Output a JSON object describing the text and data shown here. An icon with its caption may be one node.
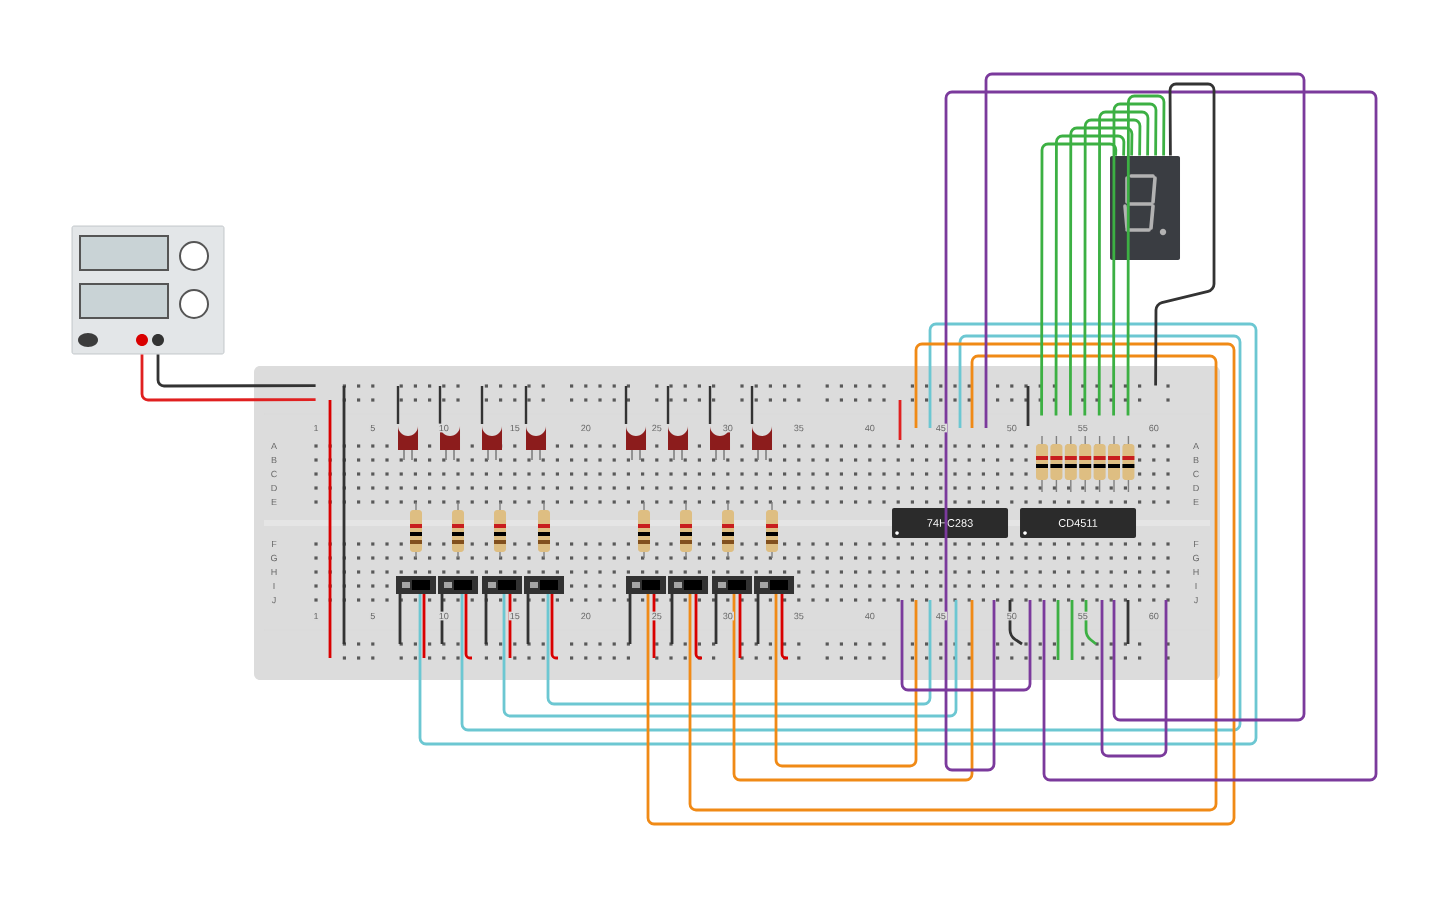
{
  "diagram": {
    "nodes": [
      {
        "text": [],
        "shape": "picture"
      },
      {
        "text": [],
        "shape": "box"
      },
      {
        "text": [
          "74HC283"
        ],
        "in": 1
      },
      {
        "text": [
          "CD4511"
        ],
        "in": 1
      },
      {
        "text": [],
        "shape": "picture"
      }
    ],
    "edges": [
      {
        "from": 0,
        "to": 1,
        "arrow": "none",
        "color": "#e02020"
      },
      {
        "from": 0,
        "to": 1,
        "arrow": "none",
        "color": "#333333"
      },
      {
        "from": 4,
        "to": 1,
        "arrow": "none"
      },
      {
        "from": 4,
        "to": 1,
        "arrow": "none"
      },
      {
        "from": 4,
        "to": 1,
        "arrow": "none"
      },
      {
        "from": 4,
        "to": 1,
        "arrow": "none"
      },
      {
        "from": 4,
        "to": 1,
        "arrow": "none"
      },
      {
        "from": 4,
        "to": 1,
        "arrow": "none"
      },
      {
        "from": 4,
        "to": 1,
        "arrow": "none"
      },
      {
        "from": 4,
        "to": 1,
        "arrow": "none",
        "color": "#333333"
      }
    ],
    "labels": [
      "1",
      "5",
      "10",
      "15",
      "20",
      "25",
      "30",
      "35",
      "40",
      "45",
      "50",
      "55",
      "60",
      "A",
      "A",
      "B",
      "B",
      "C",
      "C",
      "D",
      "D",
      "E",
      "E",
      "F",
      "F",
      "G",
      "G",
      "H",
      "H",
      "I",
      "I",
      "J",
      "J",
      "1",
      "5",
      "10",
      "15",
      "20",
      "25",
      "30",
      "35",
      "40",
      "45",
      "50",
      "55",
      "60"
    ]
  }
}
